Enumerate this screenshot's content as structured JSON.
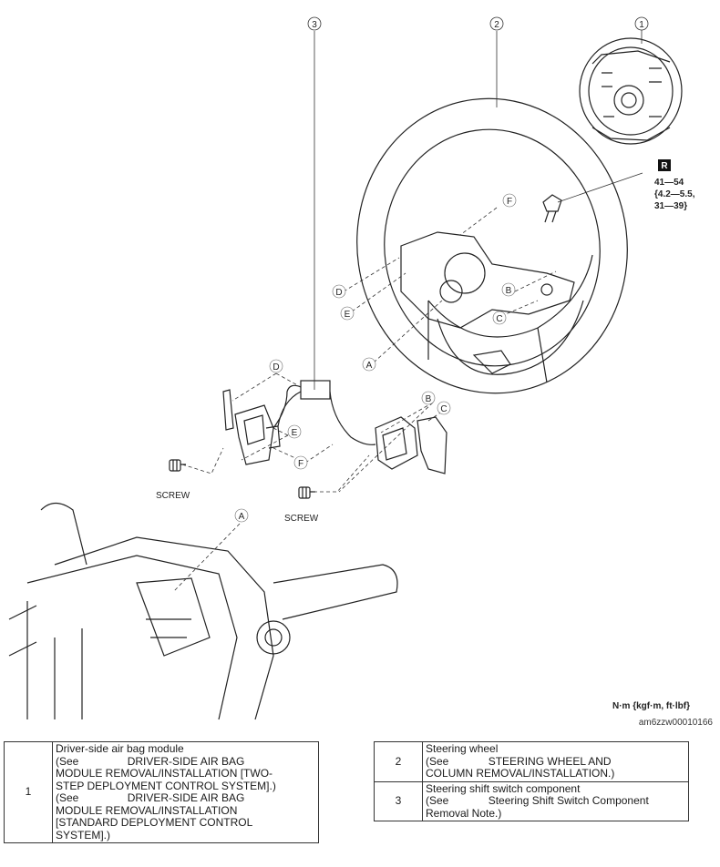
{
  "callouts": {
    "c1": "1",
    "c2": "2",
    "c3": "3"
  },
  "letters": {
    "A": "A",
    "B": "B",
    "C": "C",
    "D": "D",
    "E": "E",
    "F": "F"
  },
  "torque": {
    "badge": "R",
    "line1": "41—54",
    "line2": "{4.2—5.5,",
    "line3": "31—39}"
  },
  "screw_label": "SCREW",
  "units": "N·m {kgf·m, ft·lbf}",
  "figure_id": "am6zzw00010166",
  "legend_left": [
    {
      "num": "1",
      "lines": [
        "Driver-side air bag module",
        "(See                DRIVER-SIDE AIR BAG",
        "MODULE REMOVAL/INSTALLATION [TWO-",
        "STEP DEPLOYMENT CONTROL SYSTEM].)",
        "(See                DRIVER-SIDE AIR BAG",
        "MODULE REMOVAL/INSTALLATION",
        "[STANDARD DEPLOYMENT CONTROL",
        "SYSTEM].)"
      ]
    }
  ],
  "legend_right": [
    {
      "num": "2",
      "lines": [
        "Steering wheel",
        "(See             STEERING WHEEL AND",
        "COLUMN REMOVAL/INSTALLATION.)"
      ]
    },
    {
      "num": "3",
      "lines": [
        "Steering shift switch component",
        "(See             Steering Shift Switch Component",
        "Removal Note.)"
      ]
    }
  ]
}
